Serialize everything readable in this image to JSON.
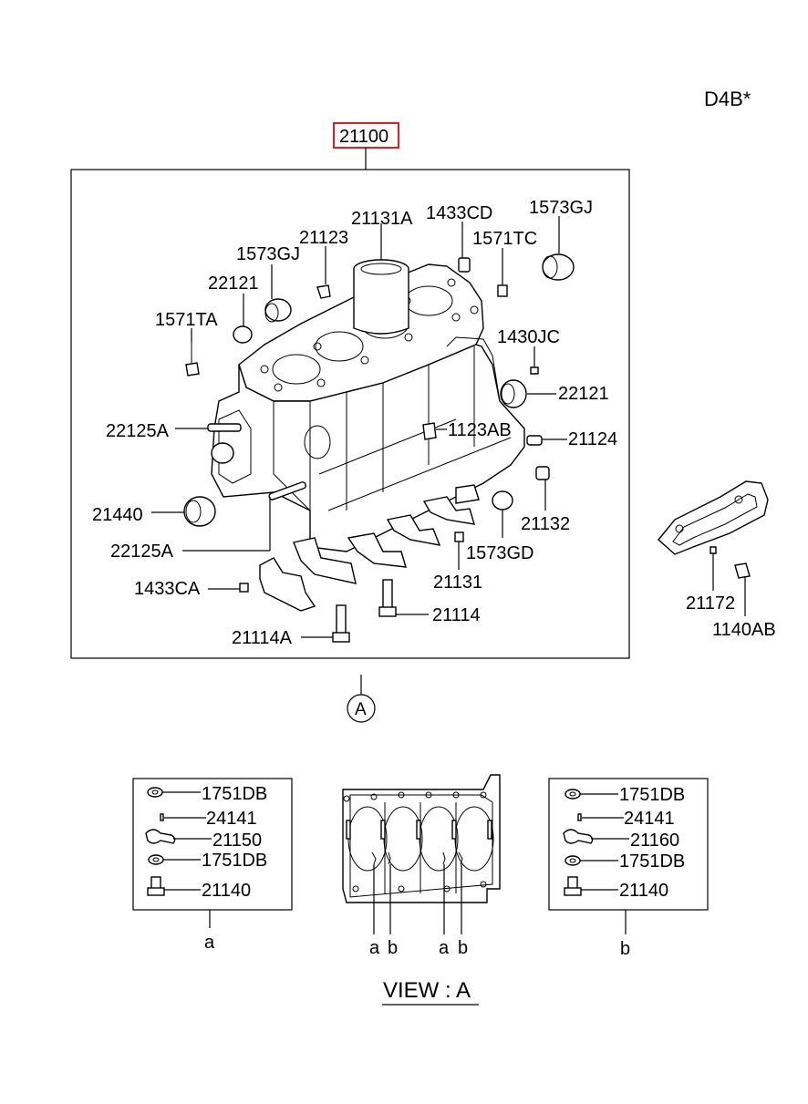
{
  "engine_code": "D4B*",
  "assembly_number": "21100",
  "callout_view": "A",
  "view_title": "VIEW : A",
  "highlight_color": "#e02020",
  "main_labels": {
    "l21131A": "21131A",
    "l1433CD": "1433CD",
    "l1573GJ_top": "1573GJ",
    "l21123": "21123",
    "l1571TC": "1571TC",
    "l1573GJ_left": "1573GJ",
    "l22121_left": "22121",
    "l1571TA": "1571TA",
    "l1430JC": "1430JC",
    "l22121_right": "22121",
    "l22125A_upper": "22125A",
    "l1123AB": "1123AB",
    "l21124": "21124",
    "l21440": "21440",
    "l21132": "21132",
    "l22125A_lower": "22125A",
    "l1573GD": "1573GD",
    "l1433CA": "1433CA",
    "l21131": "21131",
    "l21114": "21114",
    "l21114A": "21114A",
    "l21172": "21172",
    "l1140AB": "1140AB"
  },
  "detail_a": {
    "items": [
      "1751DB",
      "24141",
      "21150",
      "1751DB",
      "21140"
    ],
    "caption": "a"
  },
  "detail_b": {
    "items": [
      "1751DB",
      "24141",
      "21160",
      "1751DB",
      "21140"
    ],
    "caption": "b"
  },
  "view_markers": [
    "a",
    "b",
    "a",
    "b"
  ]
}
